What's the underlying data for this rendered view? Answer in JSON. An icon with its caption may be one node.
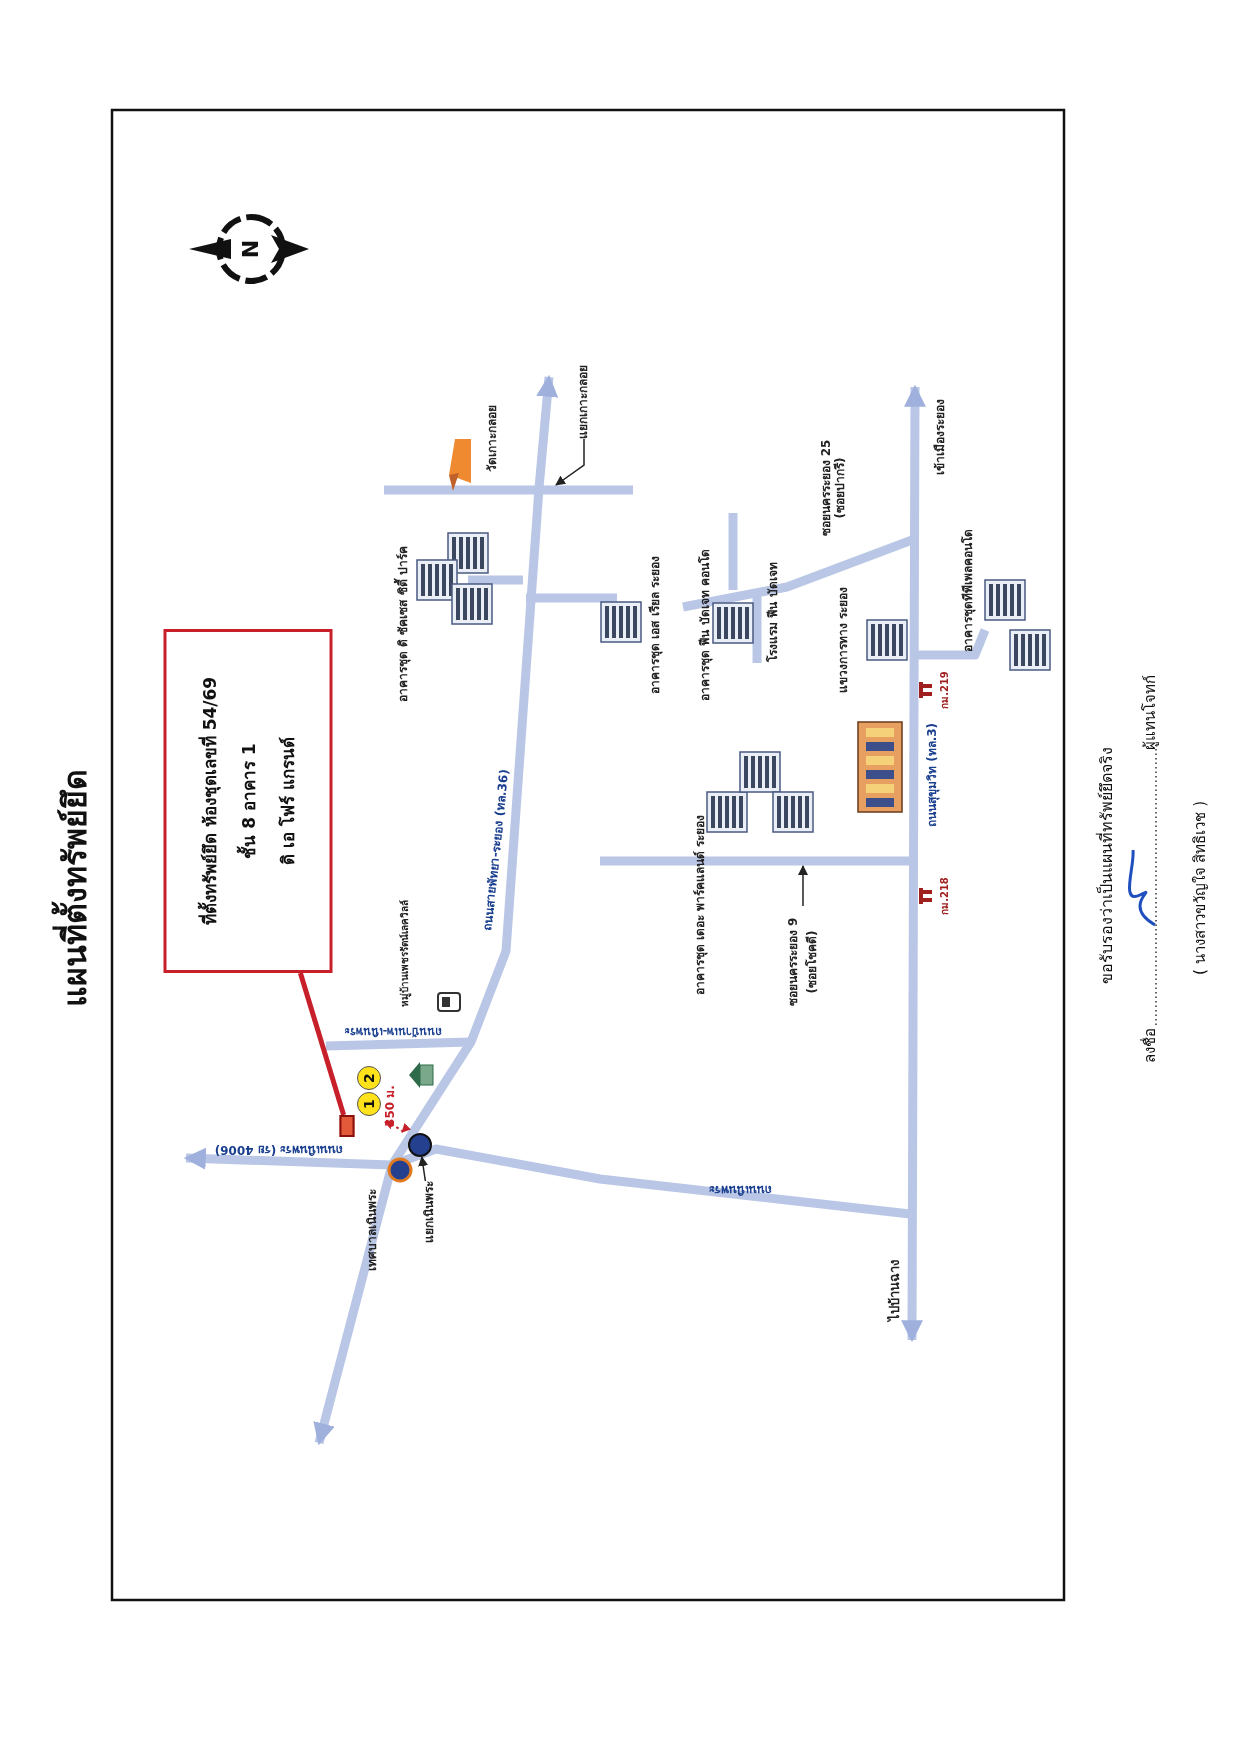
{
  "diagram": {
    "title": "แผนที่ตั้งทรัพย์ยึด",
    "nodes": [
      {
        "text": [
          "ที่ตั้งทรัพย์ยึด ห้องชุดเลขที่ 54/69",
          "ชั้น 8 อาคาร 1",
          "ดิ เอ โฟร์ แกรนด์"
        ]
      },
      {
        "text": [],
        "shape": "box"
      },
      {
        "text": [
          "แยกเกาะกลอย"
        ]
      },
      {
        "text": [
          "ซอยนครระยอง 9 (ซอยโชคดี)"
        ]
      },
      {
        "text": [],
        "shape": "circle"
      },
      {
        "text": [
          "แยกเนินพระ"
        ]
      },
      {
        "text": [],
        "shape": "bar"
      }
    ],
    "edges": [
      {
        "from": 0,
        "to": 1,
        "arrow": "none",
        "style": "thick",
        "color": "#c8202a"
      },
      {
        "from": 2,
        "to": 6,
        "arrow": "to"
      },
      {
        "from": 3,
        "to": null,
        "arrow": "to"
      },
      {
        "from": 5,
        "to": 4,
        "arrow": "to"
      }
    ],
    "labels": [
      "N",
      "1",
      "2",
      "350 ม.",
      "ถนนเนินพระ (รย 4006)",
      "เทศบาลเนินพระ",
      "หมู่บ้านเพชรรัตน์เลควิลล์",
      "ถนนบ้านเพ-เนินพระ",
      "ถนนสายพัทยา-ระยอง (ทล.36)",
      "อาคารชุด ดิ ซัคเซส ซิตี้ ปาร์ค",
      "วัดเกาะกลอย",
      "อาคารชุด เอส เรียล ระยอง",
      "อาคารชุด ฟีน บัดเจท คอนโด",
      "โรงแรม ฟีน บัดเจท",
      "ซอยนครระยอง 25 (ซอยปากรี)",
      "แขวงการทาง ระยอง",
      "เข้าเมืองระยอง",
      "อาคารชุดทีพีเพลคอนโด",
      "ถนนสุขุมวิท (ทล.3)",
      "กม.219",
      "กม.218",
      "อาคารชุด เดอะ พาร์คแลนด์ ระยอง",
      "ถนนเนินพระ",
      "ไปบ้านฉาง",
      "ขอรับรองว่าเป็นแผนที่ทรัพย์ยึดจริง",
      "ลงชื่อ",
      "ผู้แทนโจทก์",
      "( นางสาวขวัญใจ สิทธิเวช )"
    ]
  }
}
